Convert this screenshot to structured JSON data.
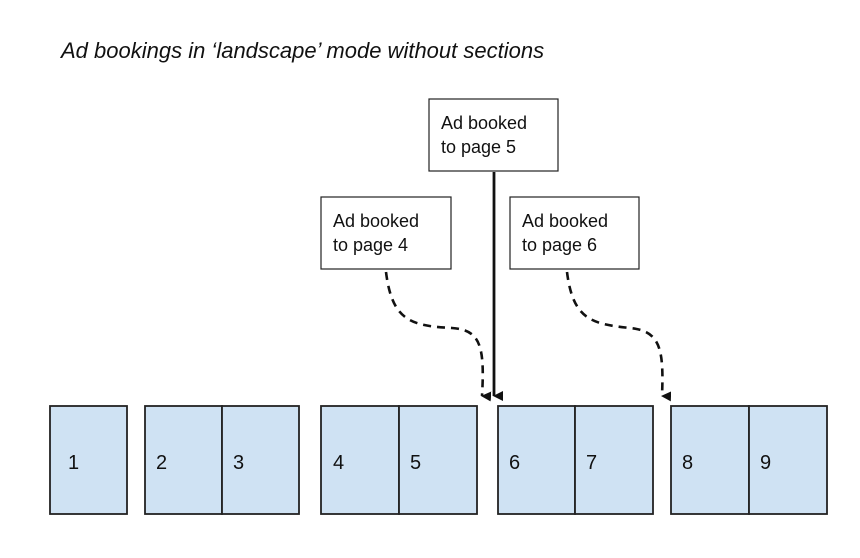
{
  "title": "Ad bookings in ‘landscape’ mode without sections",
  "colors": {
    "page_fill": "#cfe2f3",
    "stroke": "#222222"
  },
  "callouts": [
    {
      "line1": "Ad booked",
      "line2": "to page 4"
    },
    {
      "line1": "Ad booked",
      "line2": "to page 5"
    },
    {
      "line1": "Ad booked",
      "line2": "to page 6"
    }
  ],
  "spreads": [
    {
      "pages": [
        "1"
      ]
    },
    {
      "pages": [
        "2",
        "3"
      ]
    },
    {
      "pages": [
        "4",
        "5"
      ]
    },
    {
      "pages": [
        "6",
        "7"
      ]
    },
    {
      "pages": [
        "8",
        "9"
      ]
    }
  ]
}
